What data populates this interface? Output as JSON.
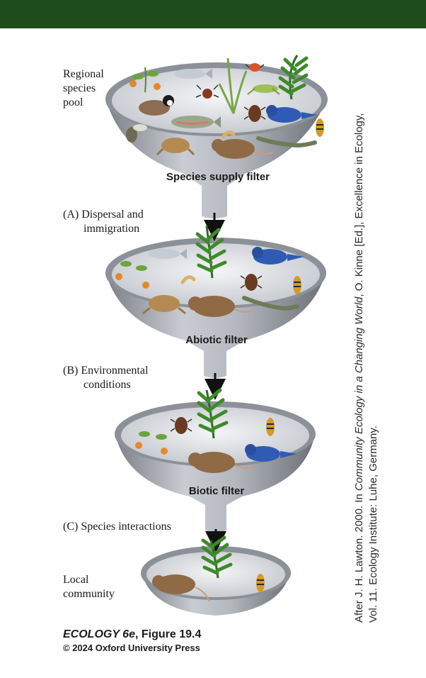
{
  "header_color": "#1e4b1a",
  "labels": {
    "regional_pool": [
      "Regional",
      "species",
      "pool"
    ],
    "dispersal": [
      "(A)  Dispersal and",
      "immigration"
    ],
    "environmental": [
      "(B)  Environmental",
      "conditions"
    ],
    "species_interactions": [
      "(C)  Species interactions"
    ],
    "local_community": [
      "Local",
      "community"
    ]
  },
  "filters": {
    "species_supply": "Species supply filter",
    "abiotic": "Abiotic filter",
    "biotic": "Biotic filter"
  },
  "credit": {
    "figure_prefix": "ECOLOGY 6e",
    "figure_suffix": ", Figure 19.4",
    "copyright": "© 2024 Oxford University Press"
  },
  "source": {
    "line1_a": "After J. H. Lawton. 2000. In ",
    "line1_italic": "Community Ecology in a Changing World",
    "line1_b": ", O. Kinne [Ed.], Excellence in Ecology,",
    "line2": "Vol. 11. Ecology Institute: Luhe, Germany."
  }
}
